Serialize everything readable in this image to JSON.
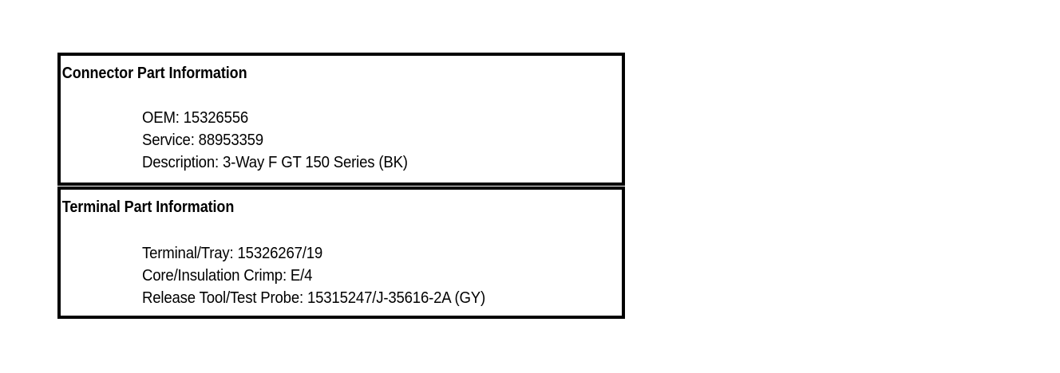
{
  "document": {
    "panels": [
      {
        "heading": "Connector Part Information",
        "lines": [
          "OEM: 15326556",
          "Service: 88953359",
          "Description: 3-Way F GT 150 Series (BK)"
        ]
      },
      {
        "heading": "Terminal Part Information",
        "lines": [
          "Terminal/Tray: 15326267/19",
          "Core/Insulation Crimp: E/4",
          "Release Tool/Test Probe: 15315247/J-35616-2A (GY)"
        ]
      }
    ],
    "colors": {
      "border": "#000000",
      "text": "#000000",
      "background": "#ffffff"
    }
  }
}
